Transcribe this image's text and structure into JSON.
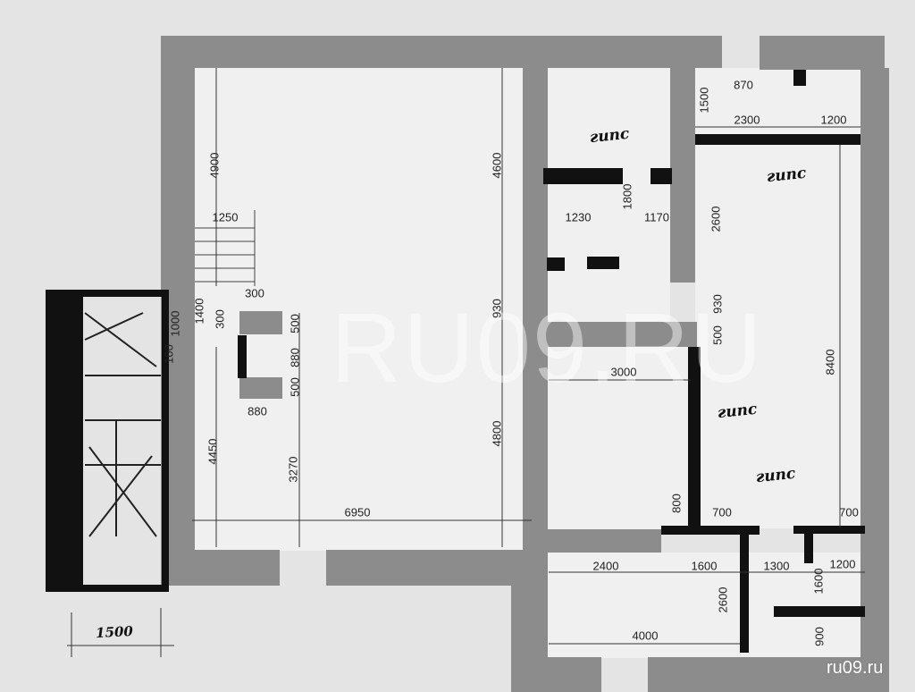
{
  "dimensions": [
    "4900",
    "1250",
    "300",
    "1400",
    "300",
    "1000",
    "100",
    "500",
    "880",
    "500",
    "880",
    "4450",
    "3270",
    "6950",
    "4600",
    "930",
    "4800",
    "1230",
    "1800",
    "1170",
    "870",
    "1500",
    "2300",
    "1200",
    "2600",
    "930",
    "500",
    "8400",
    "3000",
    "800",
    "700",
    "700",
    "2400",
    "1600",
    "1300",
    "1200",
    "1600",
    "2600",
    "4000",
    "900",
    "1500"
  ],
  "annotations": [
    "гипс",
    "гипс",
    "гипс",
    "гипс"
  ],
  "watermark": "RU09.RU",
  "site_mark": "ru09.ru",
  "colors": {
    "paper": "#e4e4e4",
    "wall": "#8c8c8c",
    "new_wall": "#111111",
    "floor": "#f0f0f0"
  }
}
